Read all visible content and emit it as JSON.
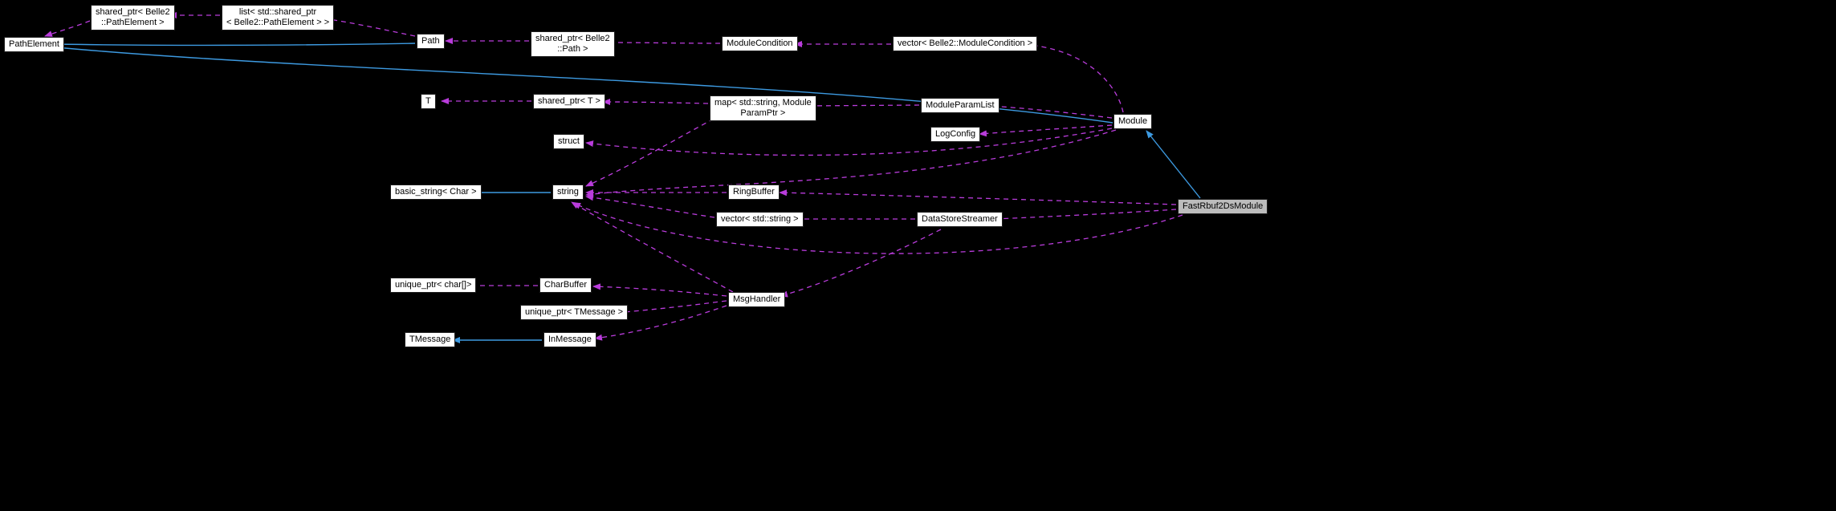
{
  "colors": {
    "background": "#000000",
    "node_fill": "#ffffff",
    "node_text": "#000000",
    "highlight_node_fill": "#bcbcbc",
    "dependency_edge": "#b93cdb",
    "inheritance_edge": "#3d9ae1"
  },
  "highlighted_node": "FastRbuf2DsModule",
  "nodes": {
    "shared_ptr_pathelement": "shared_ptr< Belle2\n::PathElement >",
    "list_shared_ptr_pathelement": "list< std::shared_ptr\n< Belle2::PathElement > >",
    "pathelement": "PathElement",
    "path": "Path",
    "shared_ptr_path": "shared_ptr< Belle2\n::Path >",
    "module_condition": "ModuleCondition",
    "vector_module_condition": "vector< Belle2::ModuleCondition >",
    "t": "T",
    "shared_ptr_t": "shared_ptr< T >",
    "map_string_moduleparamptr": "map< std::string, Module\nParamPtr >",
    "module_param_list": "ModuleParamList",
    "log_config": "LogConfig",
    "module": "Module",
    "struct": "struct",
    "basic_string_char": "basic_string< Char >",
    "string": "string",
    "ring_buffer": "RingBuffer",
    "vector_string": "vector< std::string >",
    "data_store_streamer": "DataStoreStreamer",
    "fast_rbuf2ds_module": "FastRbuf2DsModule",
    "unique_ptr_char_array": "unique_ptr< char[]>",
    "char_buffer": "CharBuffer",
    "msg_handler": "MsgHandler",
    "unique_ptr_tmessage": "unique_ptr< TMessage >",
    "tmessage": "TMessage",
    "in_message": "InMessage"
  },
  "edges": [
    {
      "from": "shared_ptr_pathelement",
      "to": "pathelement",
      "type": "dependency"
    },
    {
      "from": "list_shared_ptr_pathelement",
      "to": "shared_ptr_pathelement",
      "type": "dependency"
    },
    {
      "from": "path",
      "to": "list_shared_ptr_pathelement",
      "type": "dependency"
    },
    {
      "from": "path",
      "to": "pathelement",
      "type": "inheritance"
    },
    {
      "from": "shared_ptr_path",
      "to": "path",
      "type": "dependency"
    },
    {
      "from": "module_condition",
      "to": "shared_ptr_path",
      "type": "dependency"
    },
    {
      "from": "vector_module_condition",
      "to": "module_condition",
      "type": "dependency"
    },
    {
      "from": "module",
      "to": "vector_module_condition",
      "type": "dependency"
    },
    {
      "from": "shared_ptr_t",
      "to": "t",
      "type": "dependency"
    },
    {
      "from": "map_string_moduleparamptr",
      "to": "shared_ptr_t",
      "type": "dependency"
    },
    {
      "from": "module_param_list",
      "to": "map_string_moduleparamptr",
      "type": "dependency"
    },
    {
      "from": "module",
      "to": "module_param_list",
      "type": "dependency"
    },
    {
      "from": "module",
      "to": "log_config",
      "type": "dependency"
    },
    {
      "from": "module",
      "to": "pathelement",
      "type": "inheritance"
    },
    {
      "from": "map_string_moduleparamptr",
      "to": "string",
      "type": "dependency"
    },
    {
      "from": "module",
      "to": "struct",
      "type": "dependency"
    },
    {
      "from": "string",
      "to": "basic_string_char",
      "type": "inheritance"
    },
    {
      "from": "ring_buffer",
      "to": "string",
      "type": "dependency"
    },
    {
      "from": "vector_string",
      "to": "string",
      "type": "dependency"
    },
    {
      "from": "data_store_streamer",
      "to": "vector_string",
      "type": "dependency"
    },
    {
      "from": "module",
      "to": "string",
      "type": "dependency"
    },
    {
      "from": "fast_rbuf2ds_module",
      "to": "ring_buffer",
      "type": "dependency"
    },
    {
      "from": "fast_rbuf2ds_module",
      "to": "data_store_streamer",
      "type": "dependency"
    },
    {
      "from": "fast_rbuf2ds_module",
      "to": "string",
      "type": "dependency"
    },
    {
      "from": "fast_rbuf2ds_module",
      "to": "module",
      "type": "inheritance"
    },
    {
      "from": "data_store_streamer",
      "to": "msg_handler",
      "type": "dependency"
    },
    {
      "from": "msg_handler",
      "to": "string",
      "type": "dependency"
    },
    {
      "from": "char_buffer",
      "to": "unique_ptr_char_array",
      "type": "dependency"
    },
    {
      "from": "msg_handler",
      "to": "char_buffer",
      "type": "dependency"
    },
    {
      "from": "msg_handler",
      "to": "unique_ptr_tmessage",
      "type": "dependency"
    },
    {
      "from": "msg_handler",
      "to": "in_message",
      "type": "dependency"
    },
    {
      "from": "in_message",
      "to": "tmessage",
      "type": "inheritance"
    }
  ]
}
